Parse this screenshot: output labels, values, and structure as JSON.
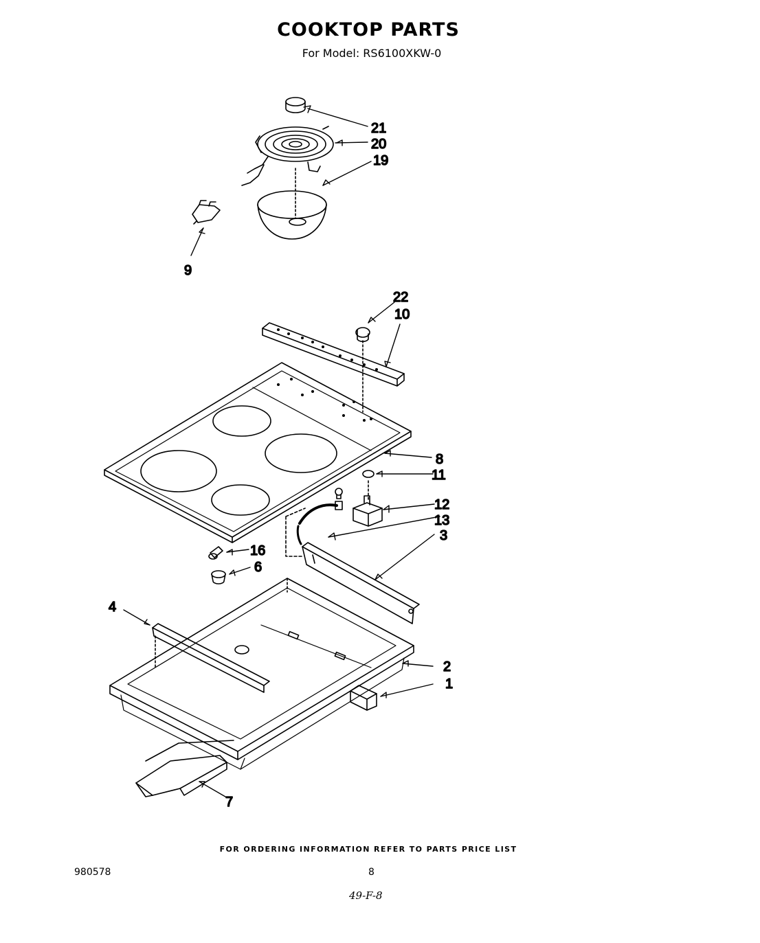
{
  "header": {
    "title": "COOKTOP PARTS",
    "subtitle": "For Model: RS6100XKW-0"
  },
  "callouts": [
    "21",
    "20",
    "19",
    "9",
    "22",
    "10",
    "8",
    "11",
    "12",
    "13",
    "3",
    "16",
    "6",
    "4",
    "2",
    "1",
    "7"
  ],
  "footer": {
    "ordering_note": "FOR ORDERING INFORMATION REFER TO PARTS PRICE LIST",
    "document_number": "980578",
    "page_number": "8",
    "handwritten_code": "49-F-8"
  }
}
